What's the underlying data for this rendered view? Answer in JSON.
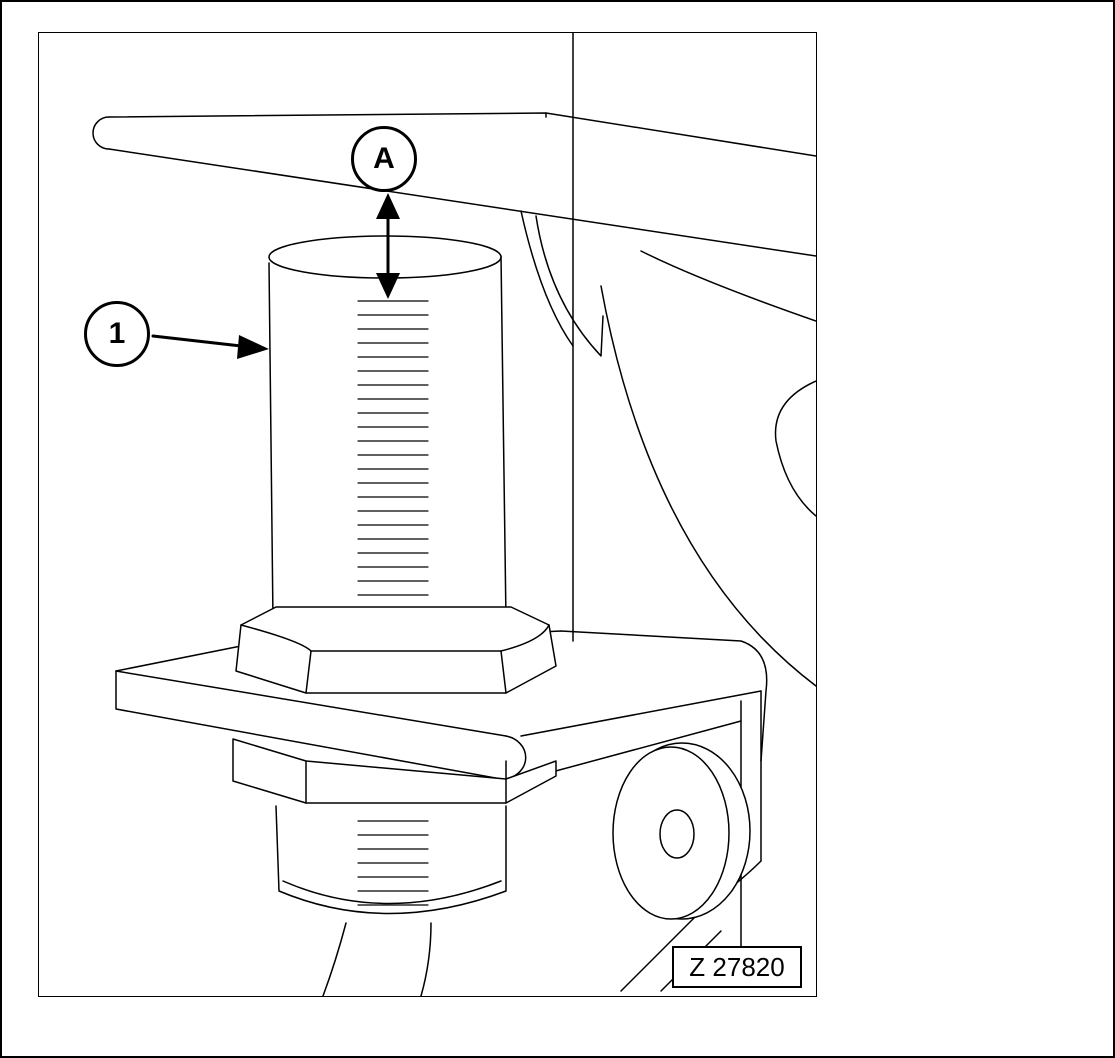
{
  "figure": {
    "id_label": "Z 27820",
    "callouts": [
      {
        "label": "A"
      },
      {
        "label": "1"
      }
    ]
  },
  "colors": {
    "line": "#000000",
    "background": "#ffffff"
  }
}
